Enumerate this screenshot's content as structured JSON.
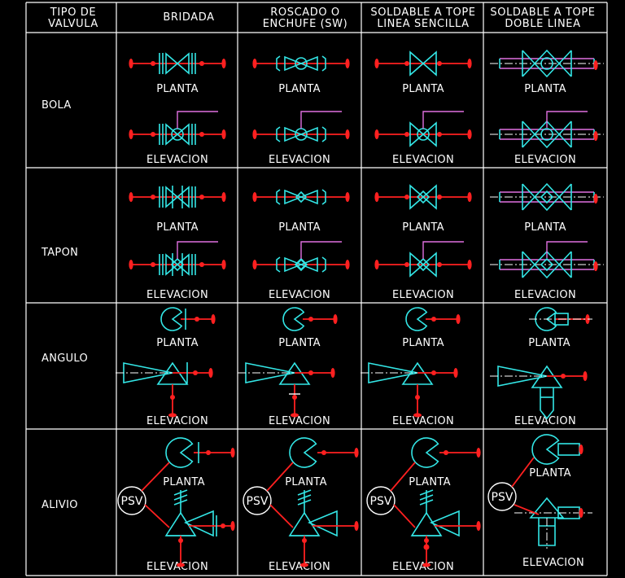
{
  "header": {
    "col0": [
      "TIPO DE",
      "VALVULA"
    ],
    "col1": "BRIDADA",
    "col2": [
      "ROSCADO O",
      "ENCHUFE (SW)"
    ],
    "col3": [
      "SOLDABLE A TOPE",
      "LINEA SENCILLA"
    ],
    "col4": [
      "SOLDABLE A TOPE",
      "DOBLE LINEA"
    ]
  },
  "rows": [
    "BOLA",
    "TAPON",
    "ANGULO",
    "ALIVIO"
  ],
  "views": {
    "plan": "PLANTA",
    "elevation": "ELEVACION"
  },
  "psv_label": "PSV",
  "colors": {
    "pipe": "#ff2020",
    "valve": "#33e6e6",
    "stem": "#e070e0",
    "lines": "#ffffff",
    "background": "#000000"
  }
}
